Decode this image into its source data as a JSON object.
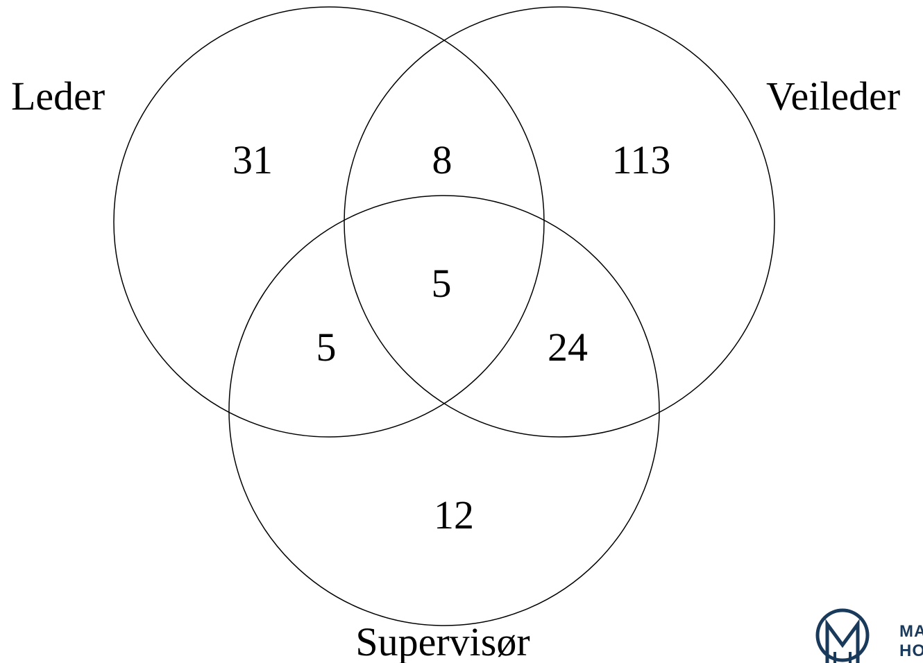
{
  "diagram": {
    "type": "venn",
    "sets": [
      {
        "id": "leder",
        "label": "Leder"
      },
      {
        "id": "veileder",
        "label": "Veileder"
      },
      {
        "id": "supervisor",
        "label": "Supervisør"
      }
    ],
    "regions": {
      "leder_only": "31",
      "leder_veileder": "8",
      "veileder_only": "113",
      "all_three": "5",
      "leder_supervisor": "5",
      "veileder_supervisor": "24",
      "supervisor_only": "12"
    },
    "stroke_color": "#000000"
  },
  "logo": {
    "icon": "monogram-m-logo",
    "text_line1": "MA",
    "text_line2": "HO",
    "color": "#1a3a5c"
  }
}
